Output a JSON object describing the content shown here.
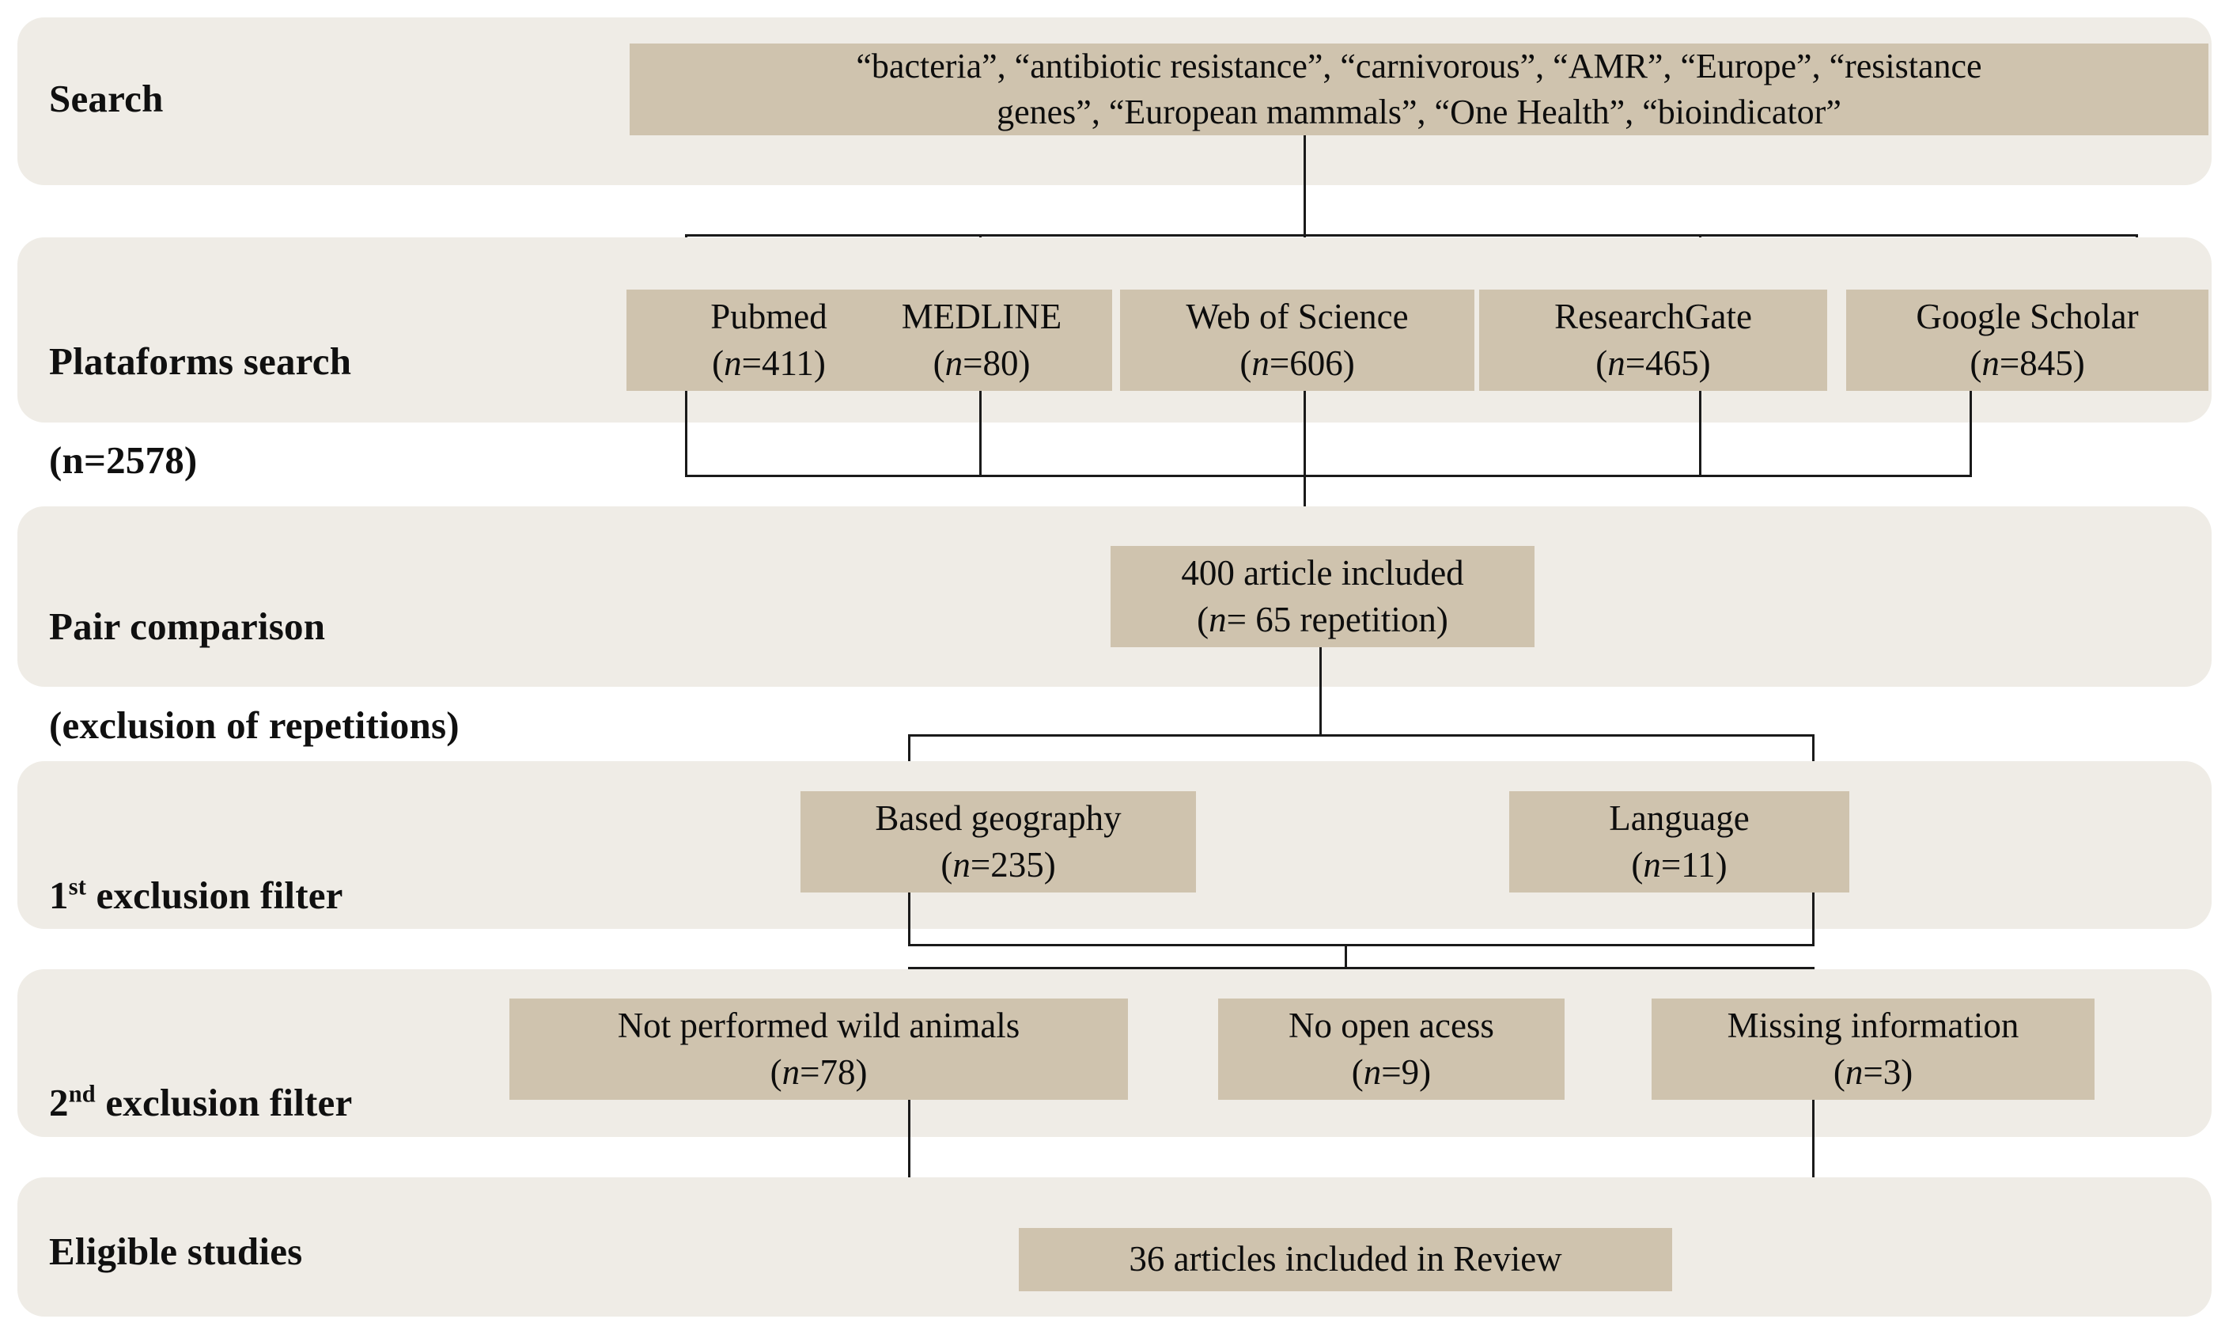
{
  "figure": {
    "type": "prisma-flow-diagram",
    "colors": {
      "band_background": "#efece6",
      "node_background": "#cfc3ae",
      "connector": "#1a1a1a",
      "text": "#0d0d0d",
      "page_background": "#ffffff"
    }
  },
  "stages": {
    "search": {
      "label": "Search",
      "query_box": {
        "line1": "“bacteria”, “antibiotic resistance”, “carnivorous”, “AMR”, “Europe”, “resistance",
        "line2": "genes”, “European mammals”, “One Health”, “bioindicator”",
        "terms": [
          "bacteria",
          "antibiotic resistance",
          "carnivorous",
          "AMR",
          "Europe",
          "resistance genes",
          "European mammals",
          "One Health",
          "bioindicator"
        ]
      }
    },
    "platforms": {
      "label_line1": "Plataforms search",
      "label_line2": "(n=2578)",
      "total": 2578,
      "items": [
        {
          "name": "Pubmed",
          "count_label": "(n=411)",
          "count": 411
        },
        {
          "name": "MEDLINE",
          "count_label": "(n=80)",
          "count": 80
        },
        {
          "name": "Web of Science",
          "count_label": "(n=606)",
          "count": 606
        },
        {
          "name": "ResearchGate",
          "count_label": "(n=465)",
          "count": 465
        },
        {
          "name": "Google Scholar",
          "count_label": "(n=845)",
          "count": 845
        }
      ]
    },
    "pair_comparison": {
      "label_line1": "Pair comparison",
      "label_line2": "(exclusion of repetitions)",
      "result": {
        "line1": "400 article included",
        "count_label": "(n= 65 repetition)",
        "included": 400,
        "repetitions": 65
      }
    },
    "first_filter": {
      "label_prefix": "1",
      "label_sup": "st",
      "label_rest": " exclusion filter",
      "items": [
        {
          "name": "Based geography",
          "count_label": "(n=235)",
          "count": 235
        },
        {
          "name": "Language",
          "count_label": "(n=11)",
          "count": 11
        }
      ]
    },
    "second_filter": {
      "label_prefix": "2",
      "label_sup": "nd",
      "label_rest": " exclusion filter",
      "items": [
        {
          "name": "Not performed wild animals",
          "count_label": "(n=78)",
          "count": 78
        },
        {
          "name": "No open acess",
          "count_label": "(n=9)",
          "count": 9
        },
        {
          "name": "Missing information",
          "count_label": "(n=3)",
          "count": 3
        }
      ]
    },
    "eligible": {
      "label": "Eligible  studies",
      "result": {
        "text": "36 articles included in Review",
        "count": 36
      }
    }
  }
}
